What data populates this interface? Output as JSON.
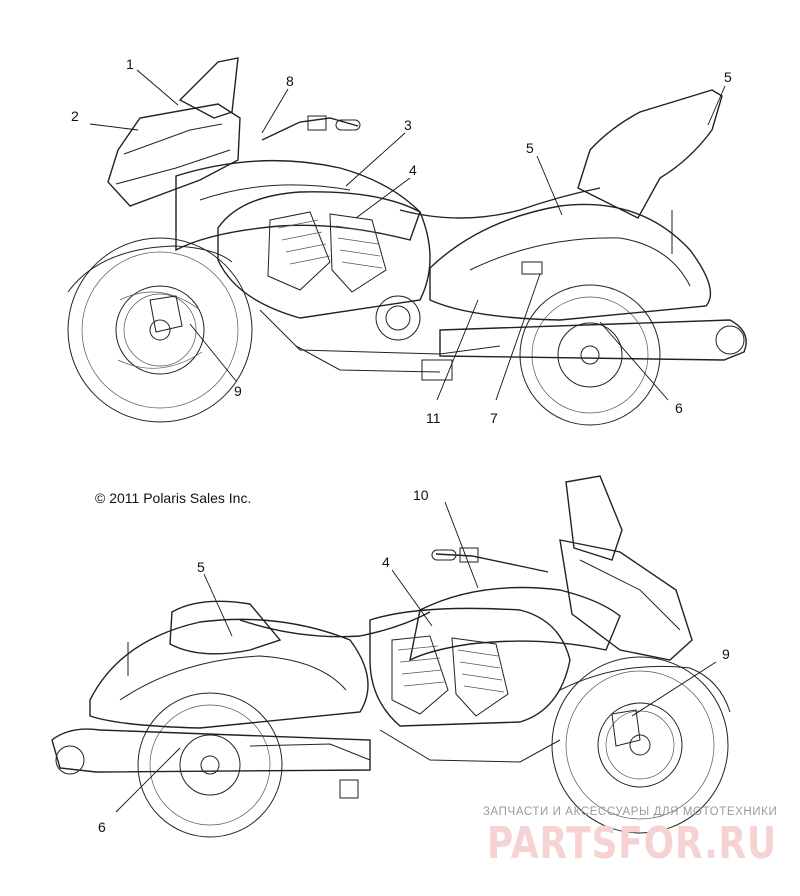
{
  "diagram": {
    "copyright": "© 2011 Polaris Sales Inc.",
    "callouts_top": [
      "1",
      "2",
      "8",
      "3",
      "4",
      "5",
      "5",
      "9",
      "11",
      "7",
      "6"
    ],
    "callouts_bottom": [
      "10",
      "5",
      "4",
      "9",
      "6"
    ],
    "watermark": {
      "tagline": "ЗАПЧАСТИ И АКСЕССУАРЫ ДЛЯ МОТОТЕХНИКИ",
      "logo_text": "PARTSFOR.RU"
    }
  }
}
